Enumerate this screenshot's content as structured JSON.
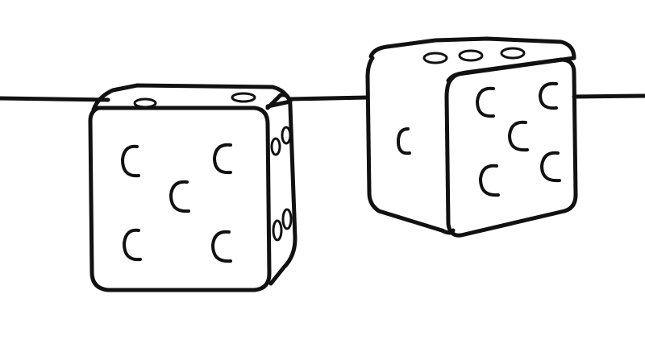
{
  "scene": {
    "background": "#ffffff",
    "ink": "#111111",
    "left_die": {
      "front_face_pips": 5,
      "top_face_pips": 2,
      "right_face_pips": 4
    },
    "right_die": {
      "left_face_pips": 1,
      "front_face_pips": 5,
      "top_face_pips": 3
    }
  }
}
